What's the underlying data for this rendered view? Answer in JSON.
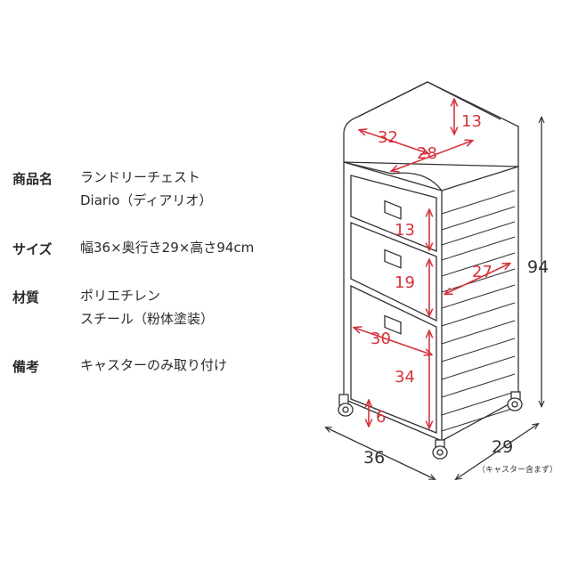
{
  "specs": [
    {
      "label": "商品名",
      "lines": [
        "ランドリーチェスト",
        "Diario（ディアリオ）"
      ]
    },
    {
      "label": "サイズ",
      "lines": [
        "幅36×奥行き29×高さ94cm"
      ]
    },
    {
      "label": "材質",
      "lines": [
        "ポリエチレン",
        "スチール（粉体塗装）"
      ]
    },
    {
      "label": "備考",
      "lines": [
        "キャスターのみ取り付け"
      ]
    }
  ],
  "dimensions": {
    "top_depth": "13",
    "top_width": "32",
    "top_inner": "28",
    "drawer1_height": "13",
    "drawer2_height": "19",
    "drawer_depth": "27",
    "drawer3_width": "30",
    "drawer3_height": "34",
    "caster_clearance": "6",
    "total_height": "94",
    "width": "36",
    "depth": "29",
    "depth_note": "（キャスター含まず）"
  },
  "colors": {
    "accent": "#d6333c",
    "line": "#333333"
  }
}
